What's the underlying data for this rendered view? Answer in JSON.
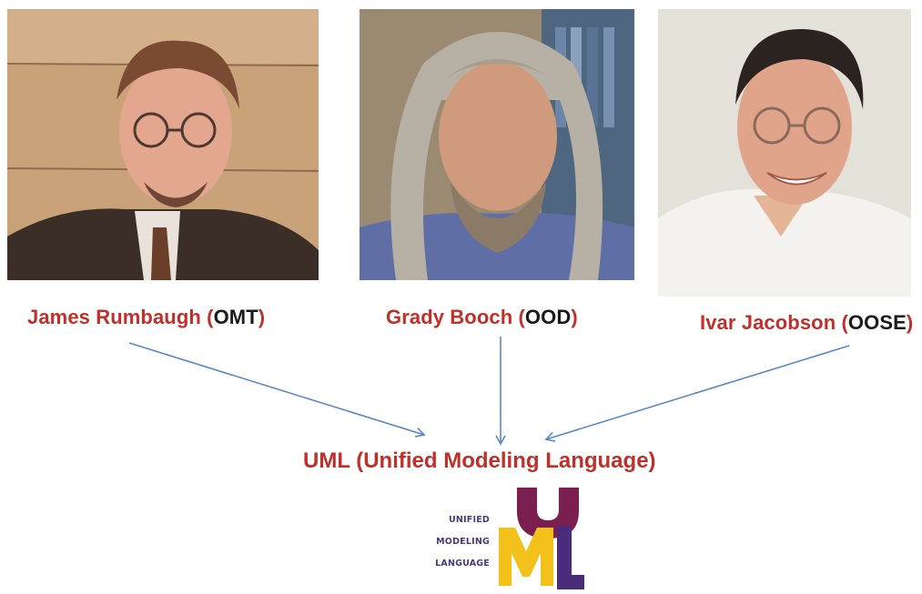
{
  "people": [
    {
      "name": "James Rumbaugh",
      "method": "OMT"
    },
    {
      "name": "Grady Booch",
      "method": "OOD"
    },
    {
      "name": "Ivar Jacobson",
      "method": "OOSE"
    }
  ],
  "target": {
    "title": "UML (Unified Modeling Language)"
  },
  "logo": {
    "words": [
      "UNIFIED",
      "MODELING",
      "LANGUAGE"
    ],
    "letters": [
      "U",
      "M",
      "L"
    ],
    "colors": {
      "u": "#7a1f4f",
      "m": "#f2c21a",
      "l": "#4a2c7a"
    }
  },
  "colors": {
    "name_text": "#c0302a",
    "method_text": "#1a1a1a",
    "arrow": "#5b87c5"
  }
}
